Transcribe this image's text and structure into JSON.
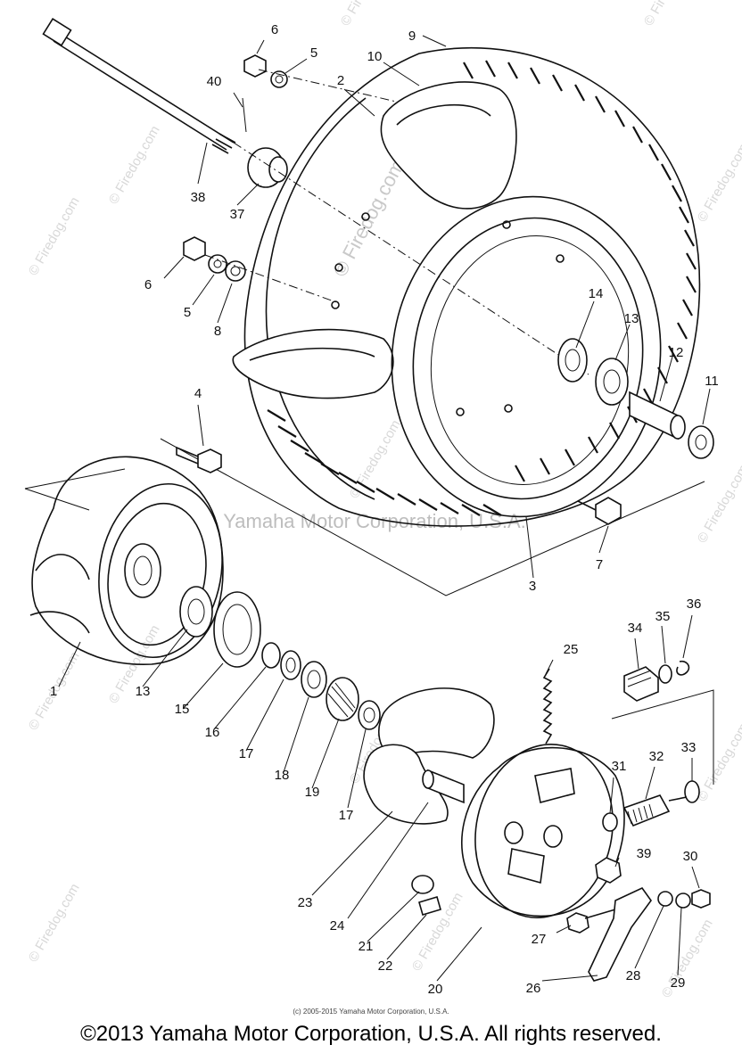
{
  "diagram": {
    "callouts": [
      "1",
      "2",
      "3",
      "4",
      "5",
      "5",
      "6",
      "6",
      "7",
      "8",
      "9",
      "10",
      "11",
      "12",
      "13",
      "13",
      "14",
      "15",
      "16",
      "17",
      "17",
      "18",
      "19",
      "20",
      "21",
      "22",
      "23",
      "24",
      "25",
      "26",
      "27",
      "28",
      "29",
      "30",
      "31",
      "32",
      "33",
      "34",
      "35",
      "36",
      "37",
      "38",
      "39",
      "40"
    ],
    "watermarks": {
      "site": "© Firedog.com",
      "center": "© Firedog.com",
      "stamp": "Yamaha Motor Corporation, U.S.A."
    }
  },
  "footer": {
    "small_copyright": "(c) 2005-2015 Yamaha Motor Corporation, U.S.A.",
    "main_copyright": "©2013 Yamaha Motor Corporation, U.S.A. All rights reserved."
  }
}
